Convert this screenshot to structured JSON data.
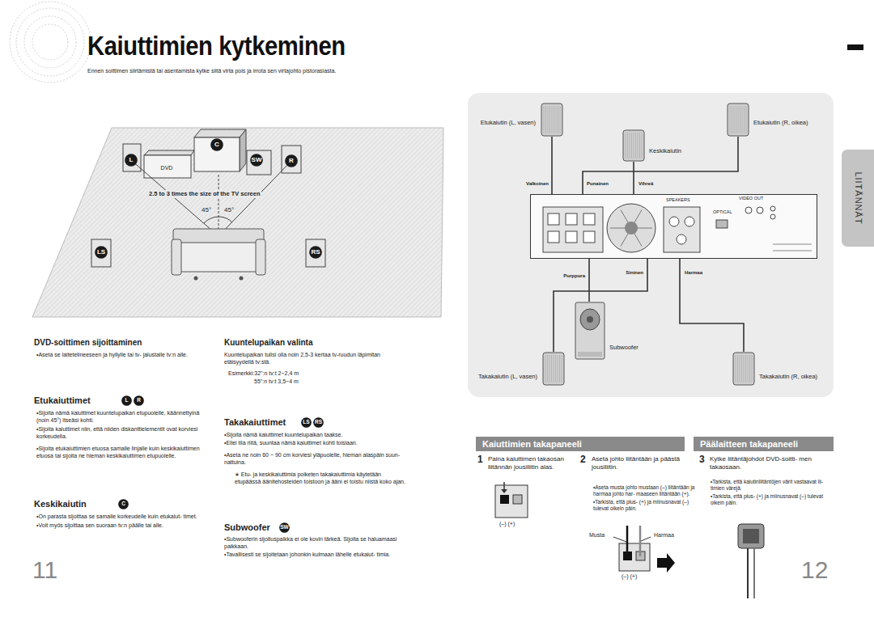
{
  "diagram": {
    "title": "Kaiuttimien kytkeminen",
    "nodes": [
      {
        "text": [
          "C"
        ]
      },
      {
        "text": [
          "L"
        ]
      },
      {
        "text": [
          "DVD"
        ]
      },
      {
        "text": [
          "SW"
        ]
      },
      {
        "text": [
          "R"
        ]
      },
      {
        "text": [
          "LS"
        ]
      },
      {
        "text": [
          "RS"
        ]
      },
      {
        "text": [
          "L"
        ]
      },
      {
        "text": [
          "R"
        ]
      },
      {
        "text": [
          "C"
        ]
      },
      {
        "text": [
          "LS"
        ]
      },
      {
        "text": [
          "RS"
        ]
      },
      {
        "text": [
          "SW"
        ]
      },
      {
        "text": [
          "Etukaiutin (L, vasen)"
        ]
      },
      {
        "text": [
          "Etukaiutin (R, oikea)"
        ]
      },
      {
        "text": [
          "Keskikaiutin"
        ]
      },
      {
        "text": [
          "SPEAKERS",
          "VIDEO OUT",
          "OPTICAL"
        ]
      },
      {
        "text": [
          "Subwoofer"
        ]
      },
      {
        "text": [
          "Takakaiutin (L, vasen)"
        ]
      },
      {
        "text": [
          "Takakaiutin (R, oikea)"
        ]
      },
      {
        "text": [
          "LIITÄNNÄT"
        ]
      },
      {
        "text": [
          "Kaiuttimien takapaneeli"
        ]
      },
      {
        "text": [
          "Päälaitteen takapaneeli"
        ]
      }
    ],
    "edges": [
      {
        "from": 13,
        "to": 16,
        "arrow": "none",
        "label": "Valkoinen"
      },
      {
        "from": 14,
        "to": 16,
        "arrow": "none",
        "label": "Punainen"
      },
      {
        "from": 15,
        "to": 16,
        "arrow": "none",
        "label": "Vihreä"
      },
      {
        "from": 16,
        "to": 17,
        "arrow": "none",
        "label": "Purppura"
      },
      {
        "from": 16,
        "to": 18,
        "arrow": "none",
        "label": "Sininen"
      },
      {
        "from": 16,
        "to": 19,
        "arrow": "none",
        "label": "Harmaa"
      }
    ],
    "labels": [
      "Ennen soittimen siirtämistä tai asentamista kytke siitä virta pois ja irrota sen virtajohto pistorasiasta.",
      "2.5 to 3 times the size of the TV screen",
      "45°",
      "45°",
      "DVD-soittimen sijoittaminen",
      "•Aseta se laitetelineeseen ja hyllylle tai tv- jalustalle tv:n alle.",
      "Kuuntelupaikan valinta",
      "Kuuntelupaikan tulisi olla noin 2,5-3 kertaa tv-ruudun läpimitan etäisyydellä tv:stä.",
      "Esimerkki:32\":n tv:t 2~2,4 m",
      "55\":n tv:t 3,5~4 m",
      "Etukaiuttimet",
      "•Sijoita nämä kaiuttimet kuuntelupaikan etupuolelle, käännettyinä (noin 45°) itseäsi kohti.",
      "•Sijoita kaiuttimet niin, että niiden diskanttielementit ovat korviesi korkeudella.",
      "•Sijoita etukaiuttimien etuosa samalle linjalle kuin keskikaiuttimen etuosa tai sijoita ne hieman keskikaiuttimen etupuolelle.",
      "Keskikaiutin",
      "•On parasta sijoittaa se samalle korkeudelle kuin etukaiut- timet.",
      "•Voit myös sijoittaa sen suoraan tv:n päälle tai alle.",
      "Takakaiuttimet",
      "•Sijoita nämä kaiuttimet kuuntelupaikan taakse.",
      "•Ellei tila riitä, suuntaa nämä kaiuttimet kohti toisiaan.",
      "•Aseta ne noin 60 ~ 90 cm korviesi yläpuolelle, hieman alaspäin suun- nattuina.",
      "∗ Etu- ja keskikaiuttimia poiketen takakaiuttimia käytetään etupäässä äänitehosteiden toistoon ja ääni ei toistu niistä koko ajan.",
      "Subwoofer",
      "•Subwooferin sijoituspaikka ei ole kovin tärkeä. Sijoita se haluamaasi paikkaan.",
      "•Tavallisesti se sijoitetaan johonkin kulmaan lähelle etukaiut- timia.",
      "11",
      "1",
      "Paina kaiuttimen takaosan liitännän jousiliitin alas.",
      "2",
      "Aseta johto liitäntään ja päästä jousiliitin.",
      "3",
      "Kytke liitäntäjohdot DVD-soitti- men takaosaan.",
      "•Aseta musta johto mustaan (–) liitäntään ja harmaa johto har- maaseen liitäntään (+).",
      "•Tarkista, että plus- (+) ja miinusnavat (–) tulevat oikein päin.",
      "•Tarkista, että kaiutinliitäntöjen värit vastaavat lii- timien värejä.",
      "•Tarkista, että plus- (+) ja miinusnavat (–) tulevat oikein päin.",
      "(–) (+)",
      "Musta",
      "Harmaa",
      "(–) (+)",
      "12"
    ]
  }
}
